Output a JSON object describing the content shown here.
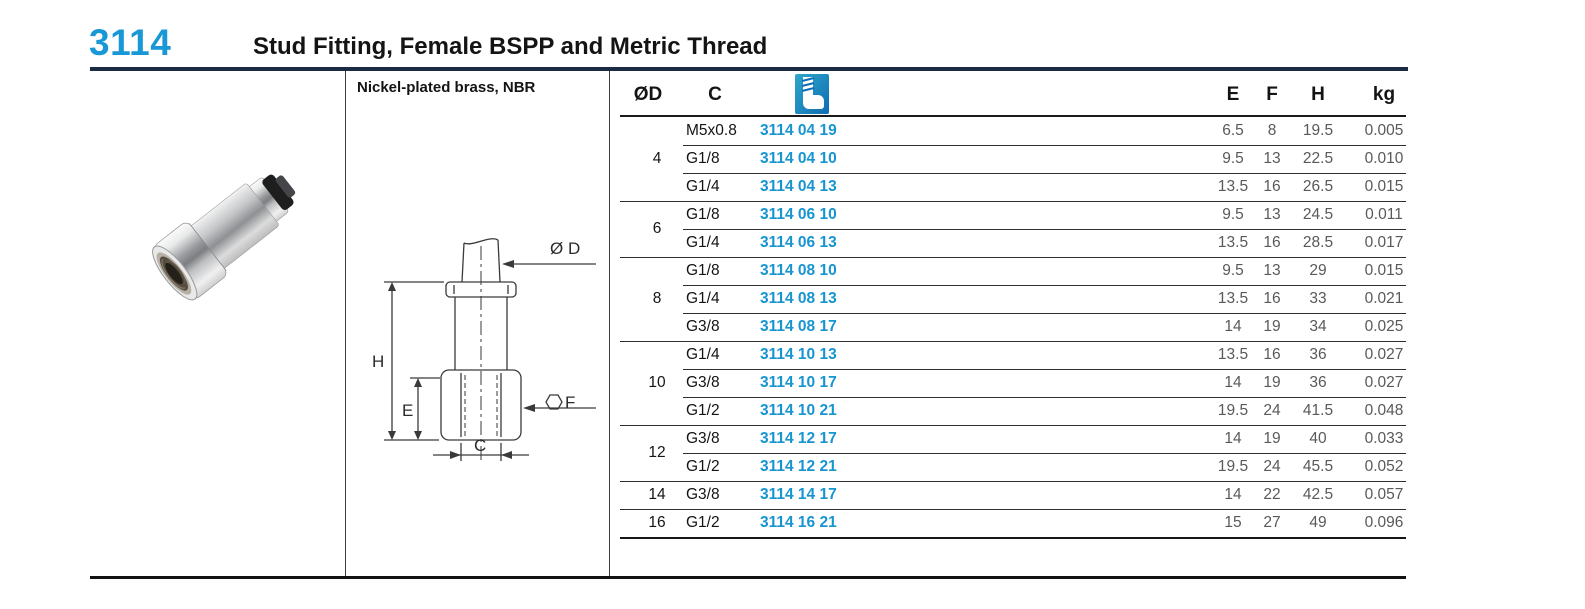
{
  "header": {
    "series": "3114",
    "title": "Stud Fitting, Female BSPP and Metric Thread"
  },
  "colors": {
    "accent_blue": "#1898d6",
    "navy_rule": "#1c2b45",
    "number_gray": "#58595b"
  },
  "material_note": "Nickel-plated brass, NBR",
  "diagram": {
    "labels": {
      "od": "Ø D",
      "h": "H",
      "e": "E",
      "c": "C",
      "f": "F"
    }
  },
  "table": {
    "headers": {
      "od": "ØD",
      "c": "C",
      "e": "E",
      "f": "F",
      "h": "H",
      "kg": "kg"
    },
    "header_icon": "fitting-icon",
    "groups": [
      {
        "od": "4",
        "rows": [
          {
            "c": "M5x0.8",
            "part": "3114 04 19",
            "e": "6.5",
            "f": "8",
            "h": "19.5",
            "kg": "0.005"
          },
          {
            "c": "G1/8",
            "part": "3114 04 10",
            "e": "9.5",
            "f": "13",
            "h": "22.5",
            "kg": "0.010"
          },
          {
            "c": "G1/4",
            "part": "3114 04 13",
            "e": "13.5",
            "f": "16",
            "h": "26.5",
            "kg": "0.015"
          }
        ]
      },
      {
        "od": "6",
        "rows": [
          {
            "c": "G1/8",
            "part": "3114 06 10",
            "e": "9.5",
            "f": "13",
            "h": "24.5",
            "kg": "0.011"
          },
          {
            "c": "G1/4",
            "part": "3114 06 13",
            "e": "13.5",
            "f": "16",
            "h": "28.5",
            "kg": "0.017"
          }
        ]
      },
      {
        "od": "8",
        "rows": [
          {
            "c": "G1/8",
            "part": "3114 08 10",
            "e": "9.5",
            "f": "13",
            "h": "29",
            "kg": "0.015"
          },
          {
            "c": "G1/4",
            "part": "3114 08 13",
            "e": "13.5",
            "f": "16",
            "h": "33",
            "kg": "0.021"
          },
          {
            "c": "G3/8",
            "part": "3114 08 17",
            "e": "14",
            "f": "19",
            "h": "34",
            "kg": "0.025"
          }
        ]
      },
      {
        "od": "10",
        "rows": [
          {
            "c": "G1/4",
            "part": "3114 10 13",
            "e": "13.5",
            "f": "16",
            "h": "36",
            "kg": "0.027"
          },
          {
            "c": "G3/8",
            "part": "3114 10 17",
            "e": "14",
            "f": "19",
            "h": "36",
            "kg": "0.027"
          },
          {
            "c": "G1/2",
            "part": "3114 10 21",
            "e": "19.5",
            "f": "24",
            "h": "41.5",
            "kg": "0.048"
          }
        ]
      },
      {
        "od": "12",
        "rows": [
          {
            "c": "G3/8",
            "part": "3114 12 17",
            "e": "14",
            "f": "19",
            "h": "40",
            "kg": "0.033"
          },
          {
            "c": "G1/2",
            "part": "3114 12 21",
            "e": "19.5",
            "f": "24",
            "h": "45.5",
            "kg": "0.052"
          }
        ]
      },
      {
        "od": "14",
        "rows": [
          {
            "c": "G3/8",
            "part": "3114 14 17",
            "e": "14",
            "f": "22",
            "h": "42.5",
            "kg": "0.057"
          }
        ]
      },
      {
        "od": "16",
        "rows": [
          {
            "c": "G1/2",
            "part": "3114 16 21",
            "e": "15",
            "f": "27",
            "h": "49",
            "kg": "0.096"
          }
        ]
      }
    ]
  }
}
